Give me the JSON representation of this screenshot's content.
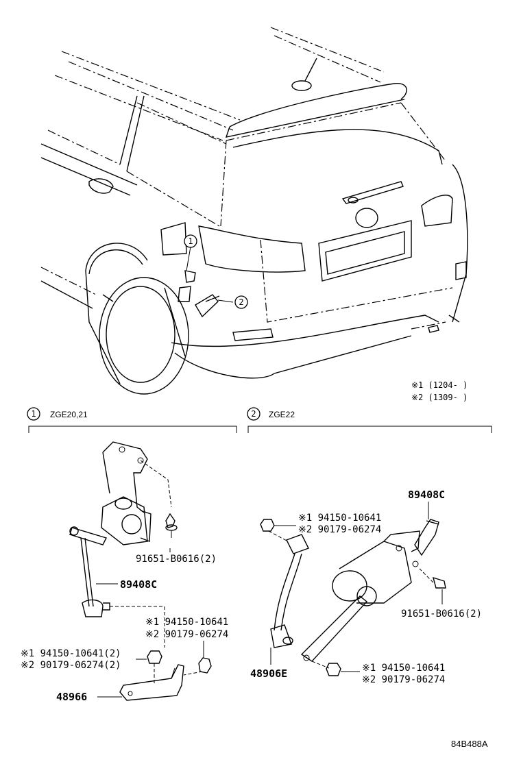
{
  "markers": {
    "m1": "1",
    "m2": "2"
  },
  "legend": {
    "line1": "※1 (1204-        )",
    "line2": "※2 (1309-        )"
  },
  "sections": {
    "left_title": "ZGE20,21",
    "right_title": "ZGE22"
  },
  "left_parts": {
    "bolt": "91651-B0616(2)",
    "sensor": "89408C",
    "nut_a1": "※1 94150-10641",
    "nut_a2": "※2 90179-06274",
    "nut_b1": "※1 94150-10641(2)",
    "nut_b2": "※2 90179-06274(2)",
    "bracket": "48966"
  },
  "right_parts": {
    "sensor": "89408C",
    "nut_top1": "※1 94150-10641",
    "nut_top2": "※2 90179-06274",
    "bolt": "91651-B0616(2)",
    "link": "48906E",
    "nut_bot1": "※1 94150-10641",
    "nut_bot2": "※2 90179-06274"
  },
  "diagram_code": "84B488A"
}
